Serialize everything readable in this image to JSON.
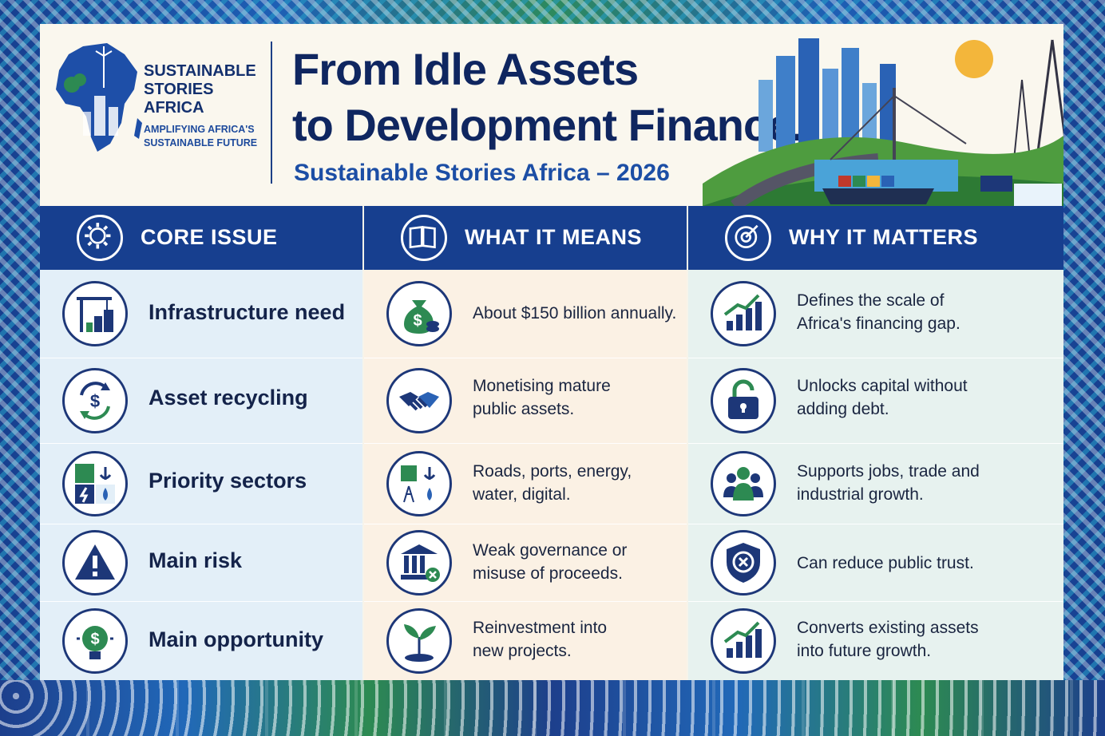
{
  "brand": {
    "name_line1": "SUSTAINABLE",
    "name_line2": "STORIES",
    "name_line3": "AFRICA",
    "tagline_line1": "AMPLIFYING AFRICA'S",
    "tagline_line2": "SUSTAINABLE FUTURE"
  },
  "header": {
    "title_line1": "From Idle Assets",
    "title_line2": "to Development Finance.",
    "subtitle": "Sustainable Stories Africa – 2026"
  },
  "columns": [
    {
      "label": "CORE ISSUE",
      "icon": "gear-icon"
    },
    {
      "label": "WHAT IT MEANS",
      "icon": "book-icon"
    },
    {
      "label": "WHY IT MATTERS",
      "icon": "target-icon"
    }
  ],
  "rows": [
    {
      "core": "Infrastructure need",
      "core_icon": "crane-icon",
      "means_l1": "About $150 billion annually.",
      "means_l2": "",
      "means_icon": "money-bag-icon",
      "matters_l1": "Defines the scale of",
      "matters_l2": "Africa's financing gap.",
      "matters_icon": "growth-chart-icon"
    },
    {
      "core": "Asset recycling",
      "core_icon": "recycle-dollar-icon",
      "means_l1": "Monetising mature",
      "means_l2": "public assets.",
      "means_icon": "handshake-icon",
      "matters_l1": "Unlocks capital without",
      "matters_l2": "adding debt.",
      "matters_icon": "unlock-icon"
    },
    {
      "core": "Priority sectors",
      "core_icon": "sectors-icon",
      "means_l1": "Roads, ports, energy,",
      "means_l2": "water, digital.",
      "means_icon": "sectors-icon",
      "matters_l1": "Supports jobs, trade and",
      "matters_l2": "industrial growth.",
      "matters_icon": "people-icon"
    },
    {
      "core": "Main risk",
      "core_icon": "warning-icon",
      "means_l1": "Weak governance or",
      "means_l2": "misuse of proceeds.",
      "means_icon": "institution-icon",
      "matters_l1": "Can reduce public trust.",
      "matters_l2": "",
      "matters_icon": "shield-x-icon"
    },
    {
      "core": "Main opportunity",
      "core_icon": "idea-dollar-icon",
      "means_l1": "Reinvestment into",
      "means_l2": "new projects.",
      "means_icon": "seedling-icon",
      "matters_l1": "Converts existing assets",
      "matters_l2": "into future growth.",
      "matters_icon": "growth-chart-icon"
    }
  ],
  "colors": {
    "navy": "#173f8f",
    "green": "#2d8a52",
    "gold": "#f3b63b"
  }
}
